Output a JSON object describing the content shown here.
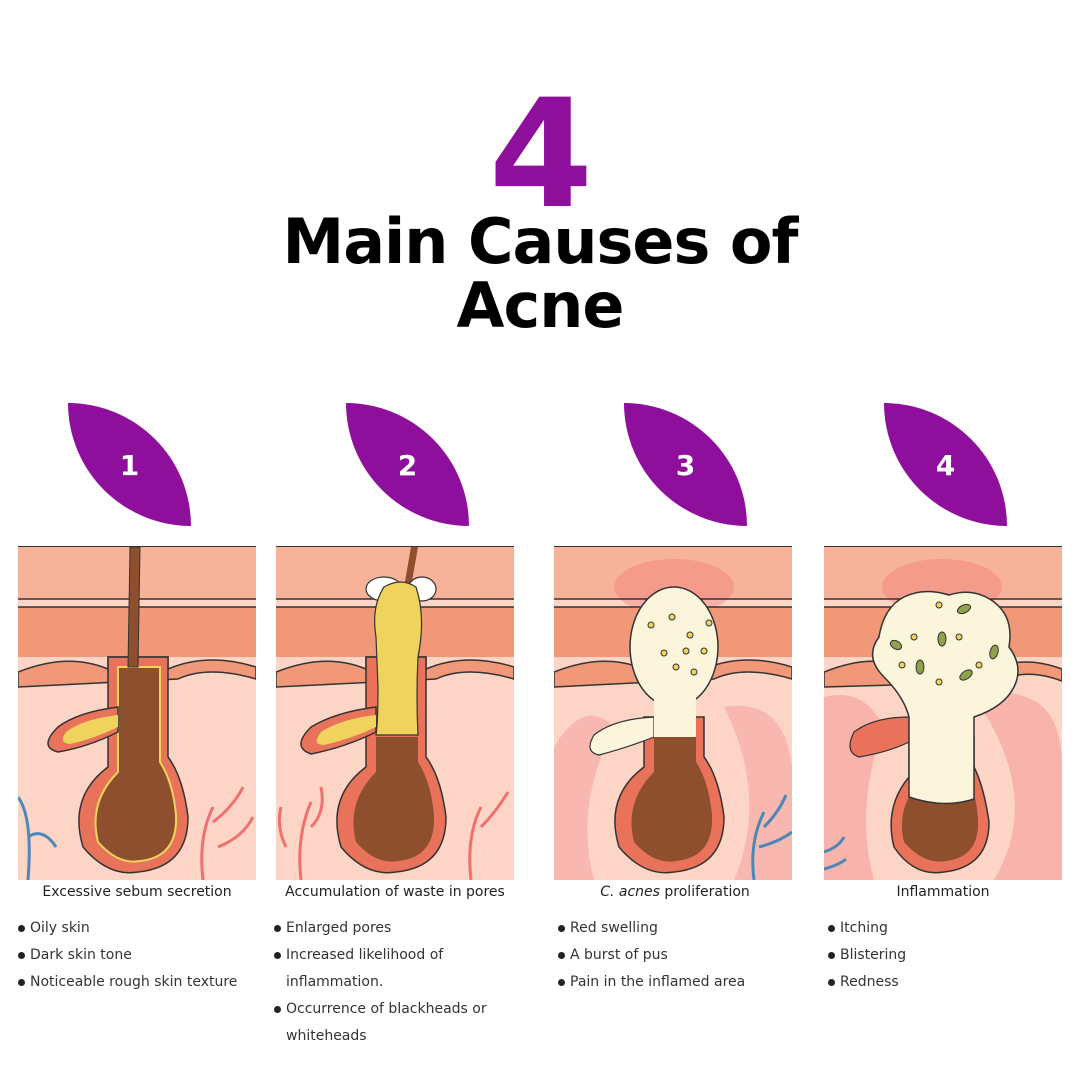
{
  "title": {
    "number": "4",
    "line1": "Main Causes of",
    "line2": "Acne"
  },
  "causes": [
    {
      "number": "1",
      "caption": "Excessive sebum secretion",
      "bullets": [
        "Oily skin",
        "Dark skin tone",
        "Noticeable rough skin texture"
      ]
    },
    {
      "number": "2",
      "caption": "Accumulation of waste in pores",
      "bullets": [
        "Enlarged pores",
        "Increased likelihood of inflammation.",
        "Occurrence of blackheads or whiteheads"
      ]
    },
    {
      "number": "3",
      "caption_italic": "C. acnes",
      "caption": " proliferation",
      "bullets": [
        "Red swelling",
        "A burst of pus",
        "Pain in the inflamed area"
      ]
    },
    {
      "number": "4",
      "caption": "Inflammation",
      "bullets": [
        "Itching",
        "Blistering",
        "Redness"
      ]
    }
  ],
  "colors": {
    "accent": "#8e0f9b",
    "skin_top": "#f7b39a",
    "skin_mid": "#f19878",
    "skin_lower": "#fcd5c6",
    "follicle_wall": "#e8735a",
    "hair": "#8e4f2e",
    "sebum": "#f0d35c",
    "pus": "#fbf5dc",
    "vein_blue": "#4a88b8",
    "vein_red": "#f07070",
    "inflamed": "#f6a5a0"
  },
  "icons": [
    "hair-follicle-illustration",
    "bacteria-icon"
  ]
}
